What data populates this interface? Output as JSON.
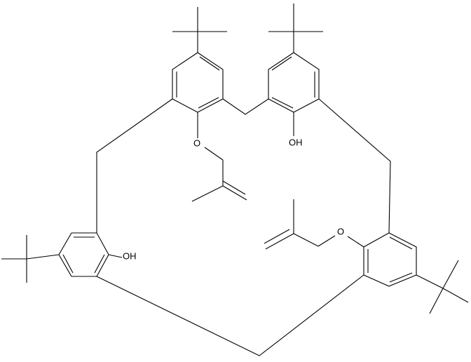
{
  "atom_labels": {
    "oh_top": "OH",
    "oh_left": "OH",
    "ether_o_top": "O",
    "ether_o_right": "O"
  },
  "colors": {
    "bond": "#000000",
    "background": "#ffffff"
  }
}
